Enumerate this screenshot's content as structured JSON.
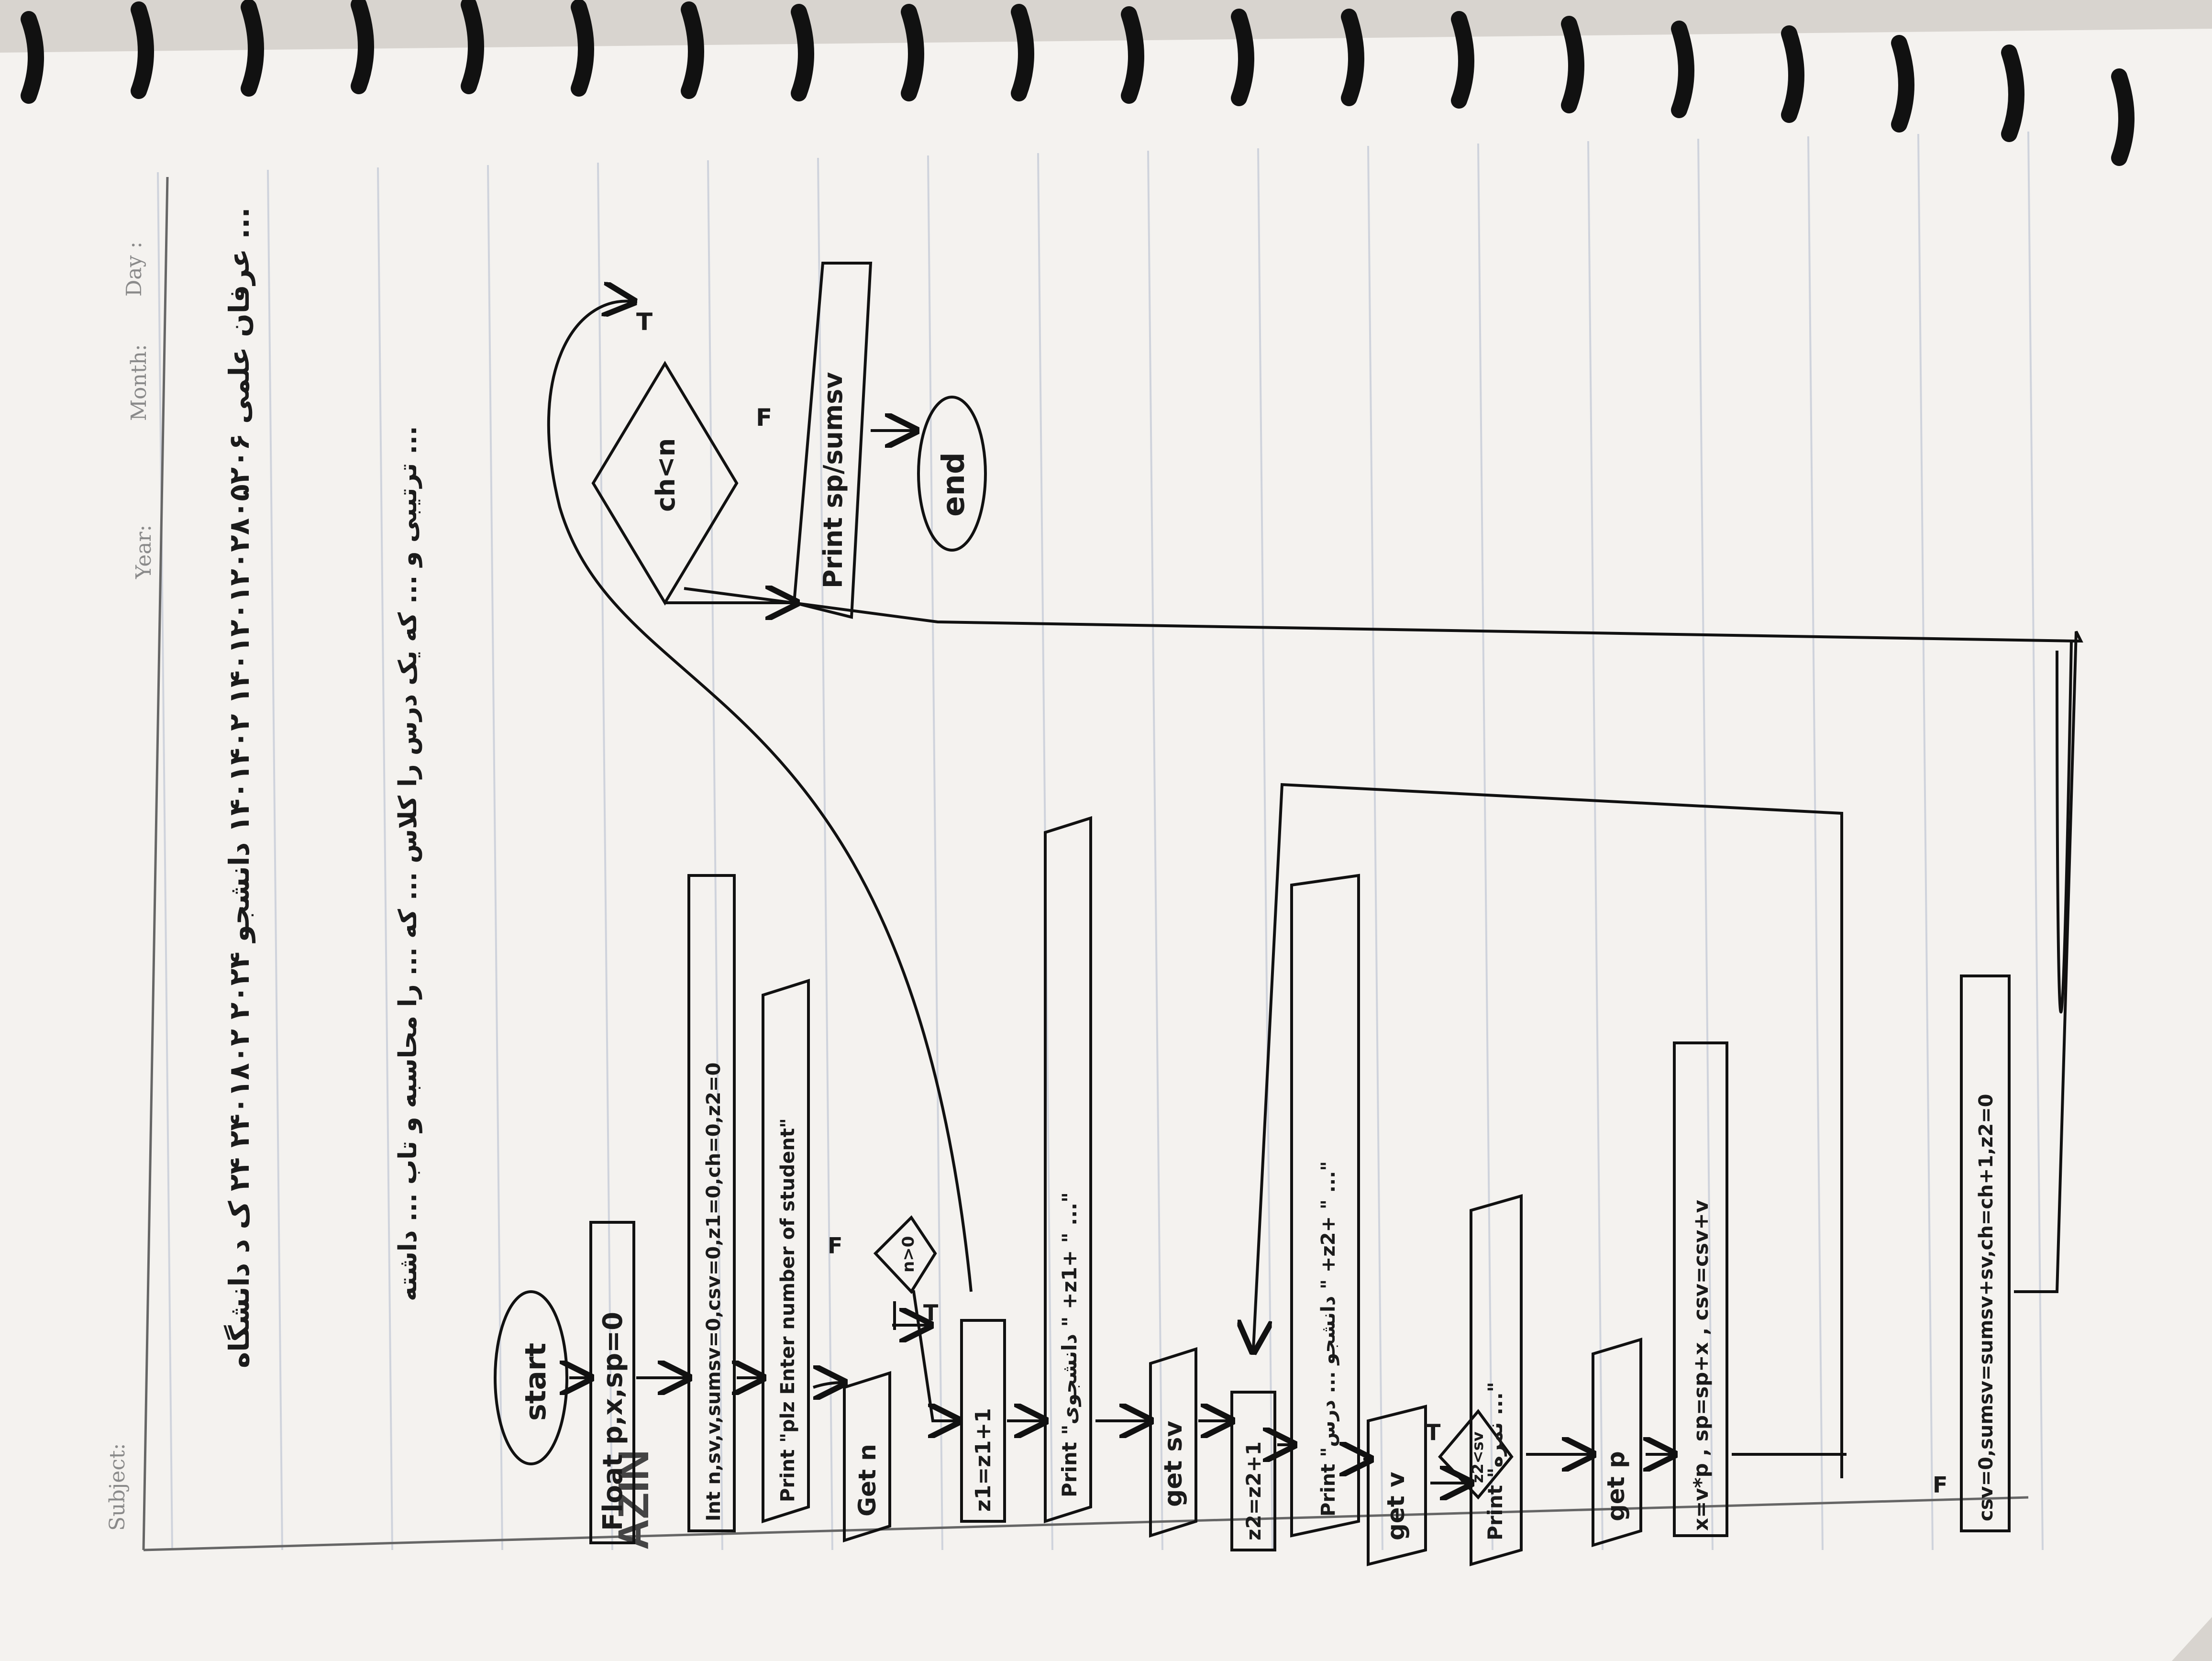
{
  "header": {
    "subject_label": "Subject:",
    "year_label": "Year:",
    "month_label": "Month:",
    "day_label": "Day :",
    "brand": "AZIN"
  },
  "notes": {
    "line1": "عرفان علمی  ۱۴۰۱۲۰۱۲۰۲۸۰۵۲۰۶ ۱۴۰۱۴۰۲ دانشجو ۲۰۲۴ ۲۴۰۱۸۰۲ ۲۴ ک د دانشگاه ...",
    "line2": "ترتیبی و ... که یک درس را کلاس ... که ... را محاسبه و تاب ... داشته ..."
  },
  "flowchart": {
    "start": "start",
    "declare_float": "Float p,x,sp=0",
    "declare_int": "Int n,sv,v,sumsv=0,csv=0,z1=0,ch=0,z2=0",
    "prompt_n": "Print \"plz Enter number of student\"",
    "get_n": "Get n",
    "cond_n": "n>0",
    "t_label": "T",
    "f_label": "F",
    "z1_inc": "z1=z1+1",
    "print_student": "Print \"دانشجوی \" +z1+ \" ...\"",
    "get_sv": "get sv",
    "z2_inc": "z2=z2+1",
    "print_course": "Print \"دانشجو ... درس \" +z2+ \" ...\"",
    "get_v": "get v",
    "print_grade": "Print \"نمره ...\"",
    "get_p": "get p",
    "compute": "x=v*p , sp=sp+x , csv=csv+v",
    "cond_sv": "z2<sv",
    "reset": "csv=0,sumsv=sumsv+sv,ch=ch+1,z2=0",
    "cond_ch": "ch<n",
    "print_result": "Print sp/sumsv",
    "end": "end"
  }
}
